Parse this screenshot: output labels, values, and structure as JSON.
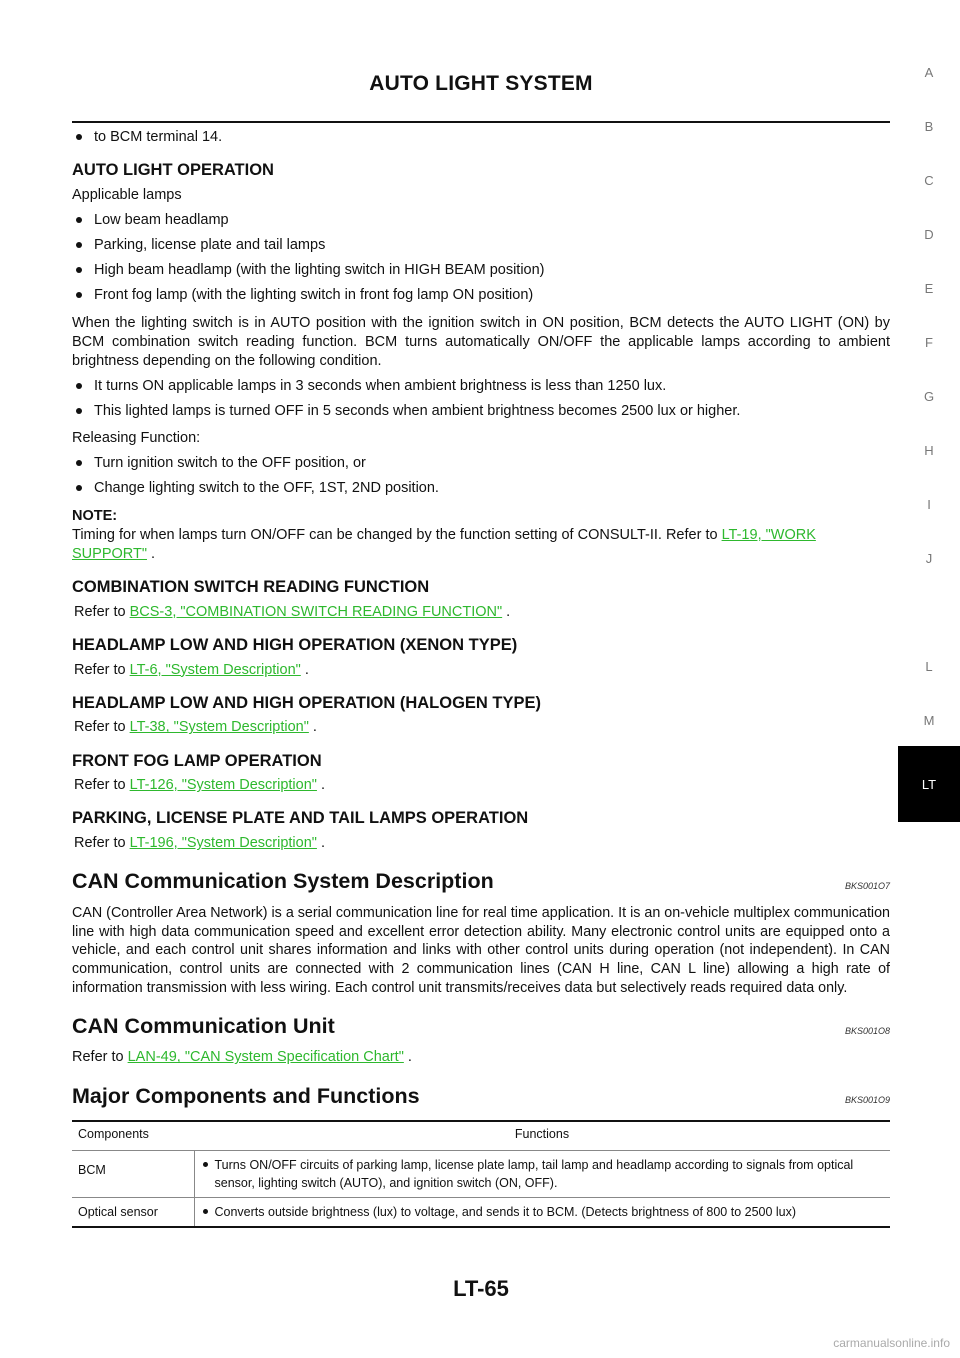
{
  "header": {
    "title": "AUTO LIGHT SYSTEM"
  },
  "side_index": {
    "letters": [
      "A",
      "B",
      "C",
      "D",
      "E",
      "F",
      "G",
      "H",
      "I",
      "J",
      "L",
      "M"
    ],
    "active": "LT"
  },
  "content": {
    "intro_bullet": "to BCM terminal 14.",
    "auto_light": {
      "heading": "AUTO LIGHT OPERATION",
      "applicable_label": "Applicable lamps",
      "lamps": [
        "Low beam headlamp",
        "Parking, license plate and tail lamps",
        "High beam headlamp (with the lighting switch in HIGH BEAM position)",
        "Front fog lamp (with the lighting switch in front fog lamp ON position)"
      ],
      "description": "When the lighting switch is in AUTO position with the ignition switch in ON position, BCM detects the AUTO LIGHT (ON) by BCM combination switch reading function. BCM turns automatically ON/OFF the applicable lamps according to ambient brightness depending on the following condition.",
      "conditions": [
        "It turns ON applicable lamps in 3 seconds when ambient brightness is less than 1250 lux.",
        "This lighted lamps is turned OFF in 5 seconds when ambient brightness becomes 2500 lux or higher."
      ],
      "releasing_label": "Releasing Function:",
      "releasing": [
        "Turn ignition switch to the OFF position, or",
        "Change lighting switch to the OFF, 1ST, 2ND position."
      ],
      "note_label": "NOTE:",
      "note_text": "Timing for when lamps turn ON/OFF can be changed by the function setting of CONSULT-II. Refer to ",
      "note_link": "LT-19, \"WORK SUPPORT\"",
      "note_end": " ."
    },
    "subsections": [
      {
        "heading": "COMBINATION SWITCH READING FUNCTION",
        "refer": "Refer to ",
        "link": "BCS-3, \"COMBINATION SWITCH READING FUNCTION\"",
        "end": " ."
      },
      {
        "heading": "HEADLAMP LOW AND HIGH OPERATION (XENON TYPE)",
        "refer": "Refer to ",
        "link": "LT-6, \"System Description\"",
        "end": " ."
      },
      {
        "heading": "HEADLAMP LOW AND HIGH OPERATION (HALOGEN TYPE)",
        "refer": "Refer to ",
        "link": "LT-38, \"System Description\"",
        "end": " ."
      },
      {
        "heading": "FRONT FOG LAMP OPERATION",
        "refer": "Refer to ",
        "link": "LT-126, \"System Description\"",
        "end": " ."
      },
      {
        "heading": "PARKING, LICENSE PLATE AND TAIL LAMPS OPERATION",
        "refer": "Refer to ",
        "link": "LT-196, \"System Description\"",
        "end": " ."
      }
    ],
    "can_system": {
      "heading": "CAN Communication System Description",
      "code": "BKS001O7",
      "text": "CAN (Controller Area Network) is a serial communication line for real time application. It is an on-vehicle multiplex communication line with high data communication speed and excellent error detection ability. Many electronic control units are equipped onto a vehicle, and each control unit shares information and links with other control units during operation (not independent). In CAN communication, control units are connected with 2 communication lines (CAN H line, CAN L line) allowing a high rate of information transmission with less wiring. Each control unit transmits/receives data but selectively reads required data only."
    },
    "can_unit": {
      "heading": "CAN Communication Unit",
      "code": "BKS001O8",
      "refer": "Refer to ",
      "link": "LAN-49, \"CAN System Specification Chart\"",
      "end": " ."
    },
    "major": {
      "heading": "Major Components and Functions",
      "code": "BKS001O9",
      "col_components": "Components",
      "col_functions": "Functions",
      "rows": [
        {
          "component": "BCM",
          "function": "Turns ON/OFF circuits of parking lamp, license plate lamp, tail lamp and headlamp according to signals from optical sensor, lighting switch (AUTO), and ignition switch (ON, OFF)."
        },
        {
          "component": "Optical sensor",
          "function": "Converts outside brightness (lux) to voltage, and sends it to BCM. (Detects brightness of 800 to 2500 lux)"
        }
      ]
    }
  },
  "footer": {
    "page_number": "LT-65",
    "watermark": "carmanualsonline.info"
  }
}
